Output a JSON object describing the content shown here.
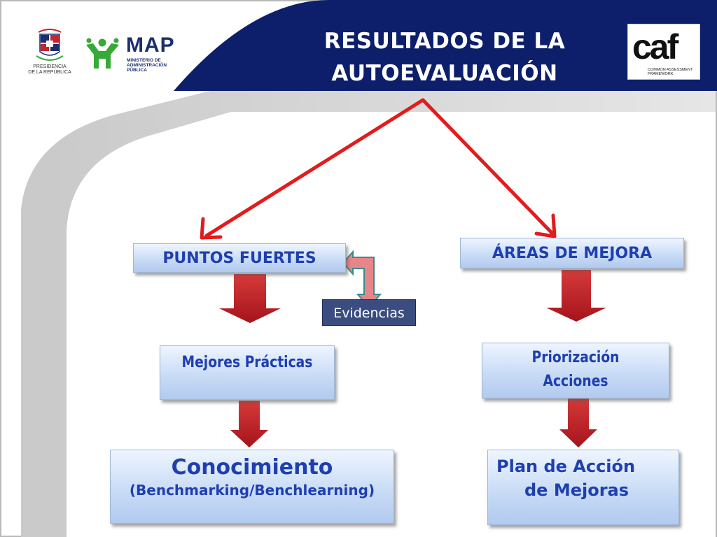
{
  "header": {
    "title_line1": "RESULTADOS DE  LA",
    "title_line2": "AUTOEVALUACIÓN"
  },
  "logos": {
    "presidencia_line1": "PRESIDENCIA",
    "presidencia_line2": "DE LA REPÚBLICA",
    "map_name": "MAP",
    "map_line1": "MINISTERIO DE",
    "map_line2": "ADMINISTRACIÓN",
    "map_line3": "PÚBLICA",
    "caf_name": "caf",
    "caf_line1": "COMMON ASSESSMENT",
    "caf_line2": "FRAMEWORK"
  },
  "diagram": {
    "left_branch": {
      "top": "PUNTOS FUERTES",
      "middle": "Mejores Prácticas",
      "bottom_line1": "Conocimiento",
      "bottom_line2": "(Benchmarking/Benchlearning)"
    },
    "evidence": "Evidencias",
    "right_branch": {
      "top": "ÁREAS DE MEJORA",
      "middle_line1": "Priorización",
      "middle_line2": "Acciones",
      "bottom_line1": "Plan de Acción",
      "bottom_line2": "de Mejoras"
    }
  },
  "colors": {
    "header_navy": "#0d1f6b",
    "arrow_red": "#e21c1c",
    "down_arrow_red": "#c8242b",
    "box_text": "#1f3fb0",
    "map_green": "#36a936",
    "map_navy": "#1b2f6e"
  }
}
